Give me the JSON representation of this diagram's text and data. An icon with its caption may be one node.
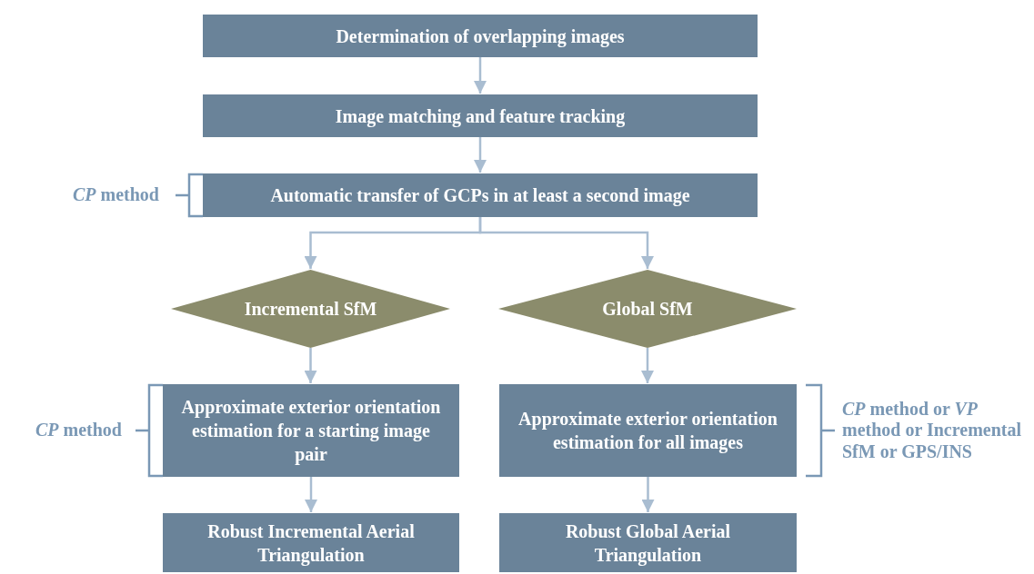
{
  "diagram": {
    "nodes": [
      {
        "text": [
          "Determination of overlapping images"
        ]
      },
      {
        "text": [
          "Image matching and feature tracking"
        ]
      },
      {
        "text": [
          "Automatic transfer of GCPs in at least a second image"
        ],
        "beside": [
          "*CP* method"
        ]
      },
      {
        "text": [
          "Incremental SfM"
        ]
      },
      {
        "text": [
          "Global SfM"
        ]
      },
      {
        "text": [
          "Approximate exterior orientation estimation for a starting image pair"
        ],
        "beside": [
          "*CP* method"
        ]
      },
      {
        "text": [
          "Approximate exterior orientation estimation for all images"
        ],
        "beside": [
          "*CP* method or *VP* method or Incremental SfM or GPS/INS"
        ]
      },
      {
        "text": [
          "Robust Incremental Aerial Triangulation"
        ]
      },
      {
        "text": [
          "Robust Global Aerial Triangulation"
        ]
      }
    ],
    "edges": [
      {
        "from": 0,
        "to": 1,
        "arrow": "to"
      },
      {
        "from": 1,
        "to": 2,
        "arrow": "to"
      },
      {
        "from": 2,
        "to": 3,
        "arrow": "to"
      },
      {
        "from": 2,
        "to": 4,
        "arrow": "to"
      },
      {
        "from": 3,
        "to": 5,
        "arrow": "to"
      },
      {
        "from": 4,
        "to": 6,
        "arrow": "to"
      },
      {
        "from": 5,
        "to": 7,
        "arrow": "to"
      },
      {
        "from": 6,
        "to": 8,
        "arrow": "to"
      }
    ]
  }
}
